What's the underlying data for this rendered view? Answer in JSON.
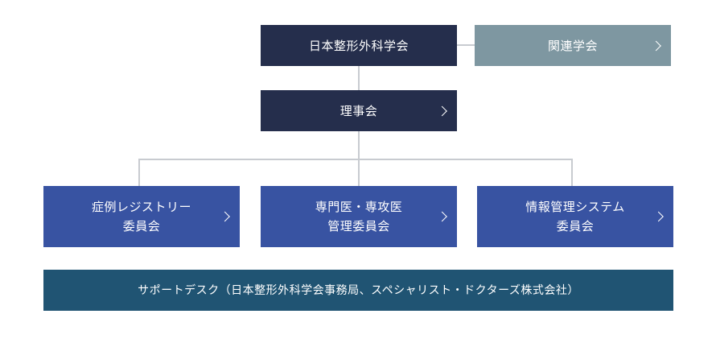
{
  "org": {
    "jos": "日本整形外科学会",
    "related": "関連学会",
    "board": "理事会",
    "committees": [
      {
        "line1": "症例レジストリー",
        "line2": "委員会"
      },
      {
        "line1": "専門医・専攻医",
        "line2": "管理委員会"
      },
      {
        "line1": "情報管理システム",
        "line2": "委員会"
      }
    ],
    "support": "サポートデスク（日本整形外科学会事務局、スペシャリスト・ドクターズ株式会社）"
  },
  "colors": {
    "navy": "#252e4c",
    "gray": "#7e97a1",
    "blue": "#3853a2",
    "teal": "#205473",
    "connector": "#c8cbd0"
  }
}
